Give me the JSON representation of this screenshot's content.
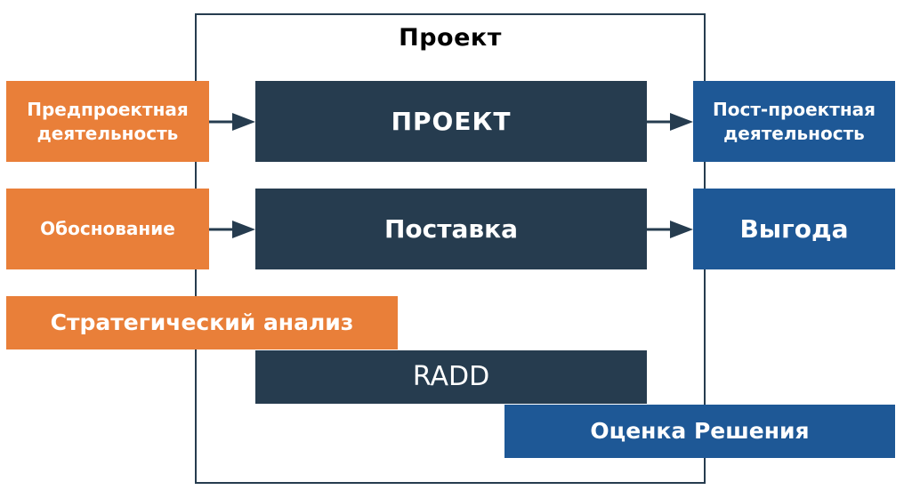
{
  "frame": {
    "title": "Проект"
  },
  "row1": {
    "left": "Предпроектная деятельность",
    "center": "ПРОЕКТ",
    "right": "Пост-проектная деятельность"
  },
  "row2": {
    "left": "Обоснование",
    "center": "Поставка",
    "right": "Выгода"
  },
  "bottom": {
    "strategic": "Стратегический анализ",
    "radd": "RADD",
    "evaluation": "Оценка Решения"
  },
  "colors": {
    "orange": "#e97f39",
    "navy": "#263c4f",
    "blue": "#1e5896",
    "frame_border": "#263c4f"
  }
}
